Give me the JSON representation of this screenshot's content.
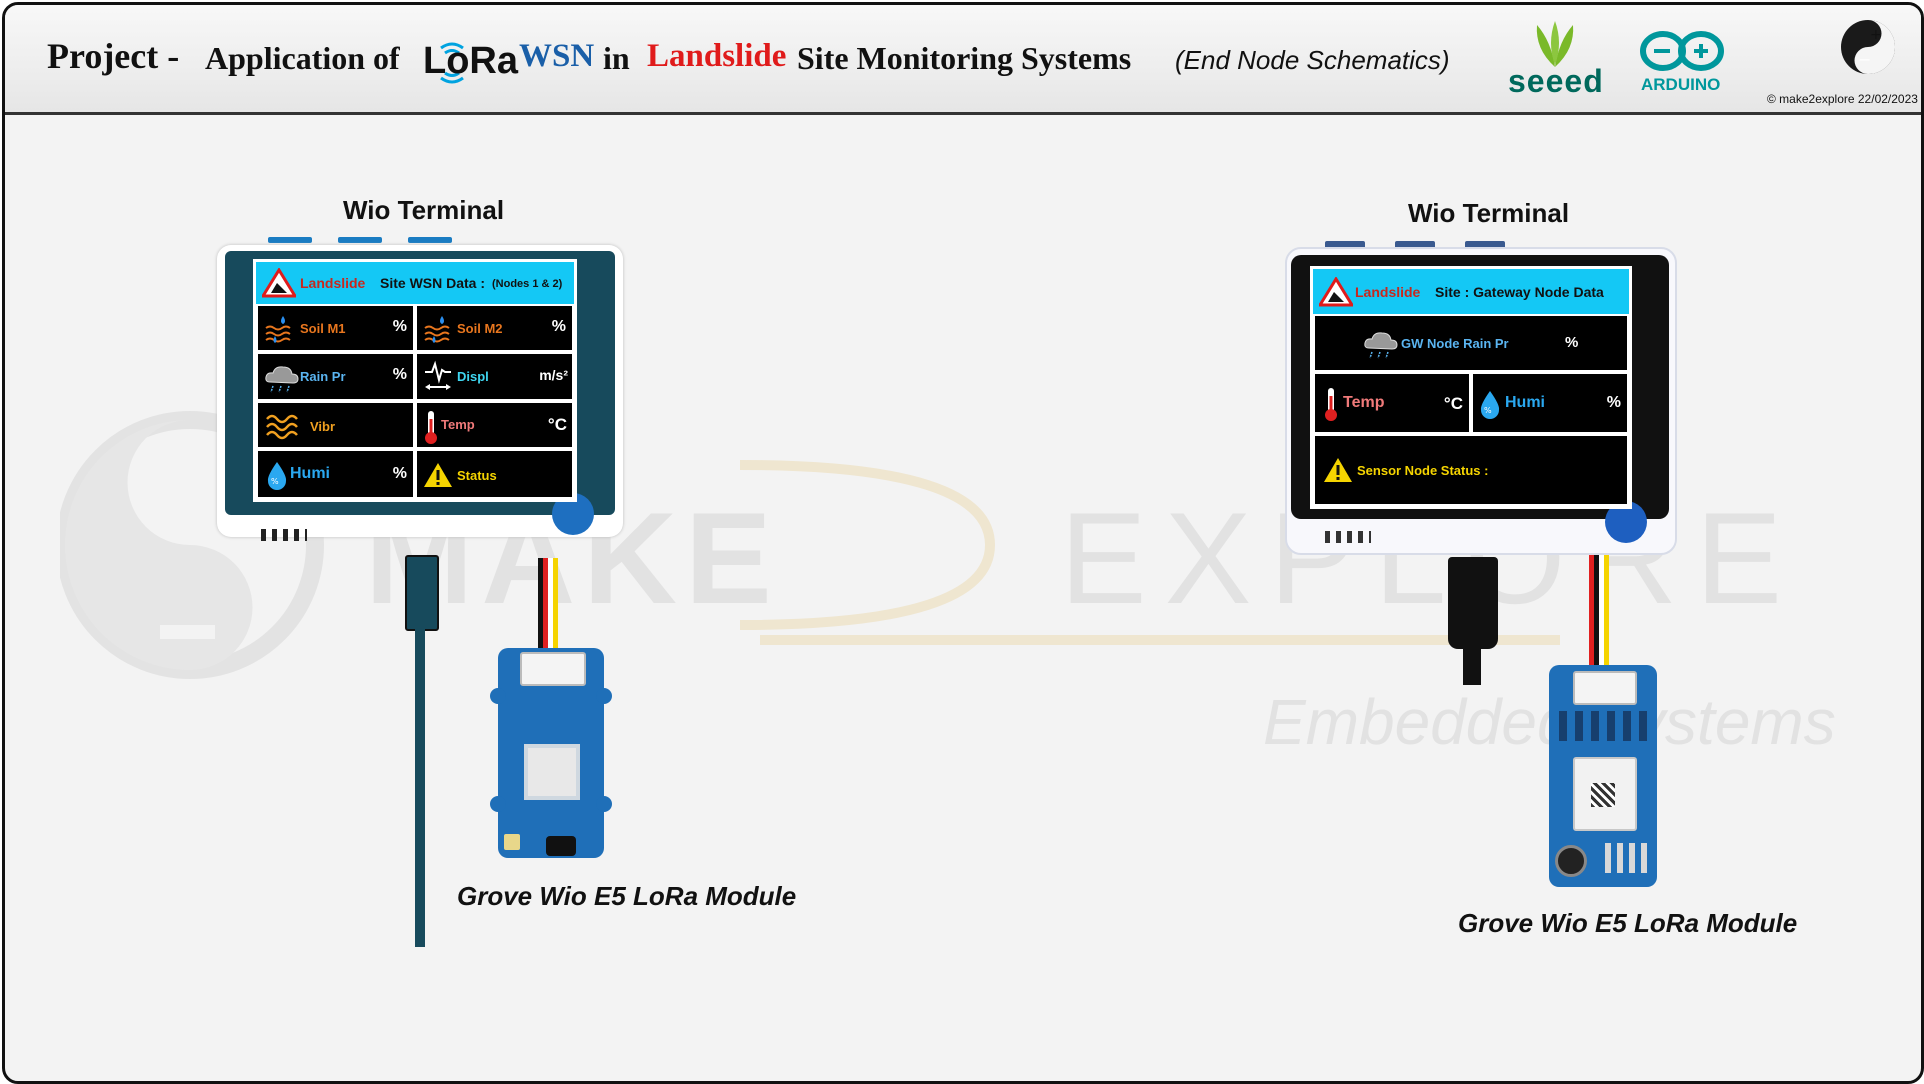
{
  "header": {
    "project_label": "Project -",
    "title_part1": "Application of",
    "lora_logo_text": "LoRa",
    "title_wsn": "WSN",
    "title_in": "in",
    "title_landslide": "Landslide",
    "title_rest": "Site Monitoring Systems",
    "subtitle": "(End Node Schematics)",
    "seeed_logo": "seeed",
    "arduino_logo": "ARDUINO",
    "copyright": "© make2explore 22/02/2023"
  },
  "watermark": {
    "make": "MAKE",
    "explore": "EXPLORE",
    "embedded": "Embedded Systems"
  },
  "left_device": {
    "title": "Wio Terminal",
    "screen_title_red": "Landslide",
    "screen_title_rest": "Site WSN Data :",
    "screen_title_nodes": "(Nodes 1 & 2)",
    "cells": [
      {
        "label": "Soil M1",
        "unit": "%",
        "color": "#e8761e",
        "icon": "soil-moisture-icon"
      },
      {
        "label": "Soil M2",
        "unit": "%",
        "color": "#e8761e",
        "icon": "soil-moisture-icon"
      },
      {
        "label": "Rain Pr",
        "unit": "%",
        "color": "#5ab4f0",
        "icon": "rain-cloud-icon"
      },
      {
        "label": "Displ",
        "unit": "m/s²",
        "color": "#3fd6f0",
        "icon": "displacement-icon"
      },
      {
        "label": "Vibr",
        "unit": "",
        "color": "#f0a020",
        "icon": "vibration-icon"
      },
      {
        "label": "Temp",
        "unit": "°C",
        "color": "#f07a7a",
        "icon": "thermometer-icon"
      },
      {
        "label": "Humi",
        "unit": "%",
        "color": "#2aa8f0",
        "icon": "humidity-drop-icon"
      },
      {
        "label": "Status",
        "unit": "",
        "color": "#f5d400",
        "icon": "warning-icon"
      }
    ],
    "module_label": "Grove Wio E5 LoRa Module"
  },
  "right_device": {
    "title": "Wio Terminal",
    "screen_title_red": "Landslide",
    "screen_title_rest": "Site : Gateway Node Data",
    "rain_label": "GW Node Rain Pr",
    "rain_unit": "%",
    "temp_label": "Temp",
    "temp_unit": "°C",
    "humi_label": "Humi",
    "humi_unit": "%",
    "status_label": "Sensor Node Status :",
    "module_label": "Grove Wio E5 LoRa Module"
  },
  "colors": {
    "accent_red": "#e01b1b",
    "wsn_blue": "#1a5fa8",
    "screen_header": "#14c8f5",
    "seeed_green": "#7ab929",
    "arduino_teal": "#00979c",
    "grove_blue": "#1f6fb8"
  }
}
